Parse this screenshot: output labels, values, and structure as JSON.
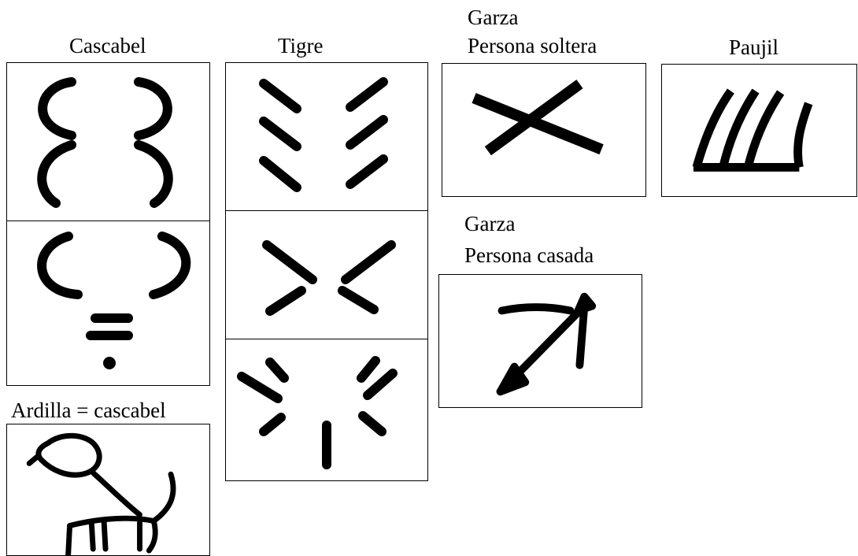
{
  "labels": {
    "cascabel": "Cascabel",
    "tigre": "Tigre",
    "garza_1": "Garza",
    "persona_soltera": "Persona soltera",
    "paujil": "Paujil",
    "garza_2": "Garza",
    "persona_casada": "Persona casada",
    "ardilla": "Ardilla = cascabel"
  },
  "colors": {
    "ink": "#000000",
    "background": "#ffffff"
  }
}
